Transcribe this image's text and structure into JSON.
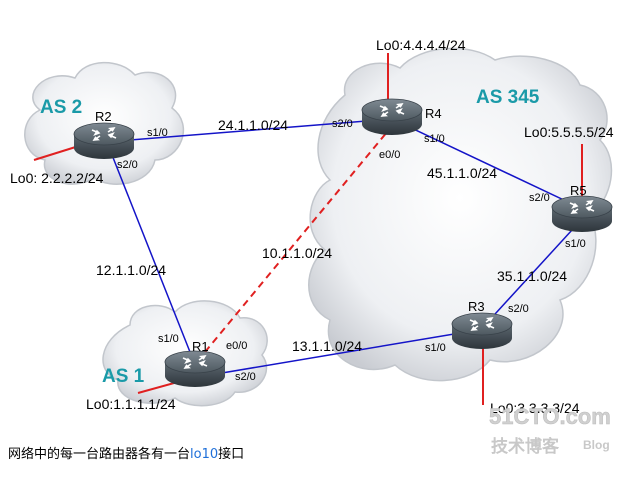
{
  "autonomous_systems": {
    "as2": "AS 2",
    "as345": "AS 345",
    "as1": "AS 1"
  },
  "routers": {
    "r1": {
      "name": "R1",
      "loopback": "Lo0:1.1.1.1/24",
      "ports": {
        "s1_0": "s1/0",
        "e0_0": "e0/0",
        "s2_0": "s2/0"
      }
    },
    "r2": {
      "name": "R2",
      "loopback": "Lo0:  2.2.2.2/24",
      "ports": {
        "s1_0": "s1/0",
        "s2_0": "s2/0"
      }
    },
    "r3": {
      "name": "R3",
      "loopback": "Lo0:3.3.3.3/24",
      "ports": {
        "s1_0": "s1/0",
        "s2_0": "s2/0"
      }
    },
    "r4": {
      "name": "R4",
      "loopback": "Lo0:4.4.4.4/24",
      "ports": {
        "s2_0": "s2/0",
        "s1_0": "s1/0",
        "e0_0": "e0/0"
      }
    },
    "r5": {
      "name": "R5",
      "loopback": "Lo0:5.5.5.5/24",
      "ports": {
        "s2_0": "s2/0",
        "s1_0": "s1/0"
      }
    }
  },
  "links": {
    "r2_r4": "24.1.1.0/24",
    "r2_r1": "12.1.1.0/24",
    "r1_r4": "10.1.1.0/24",
    "r1_r3": "13.1.1.0/24",
    "r4_r5": "45.1.1.0/24",
    "r3_r5": "35.1.1.0/24"
  },
  "caption": {
    "prefix": "网络中的每一台路由器各有一台",
    "highlight": "lo10",
    "suffix": "接口"
  },
  "watermark": {
    "site": "51CTO.com",
    "sub": "技术博客",
    "blog": "Blog"
  },
  "colors": {
    "serial_link": "#1414c8",
    "ethernet_link": "#e02020",
    "loopback": "#e02020",
    "as_label": "#1a9aa8"
  }
}
